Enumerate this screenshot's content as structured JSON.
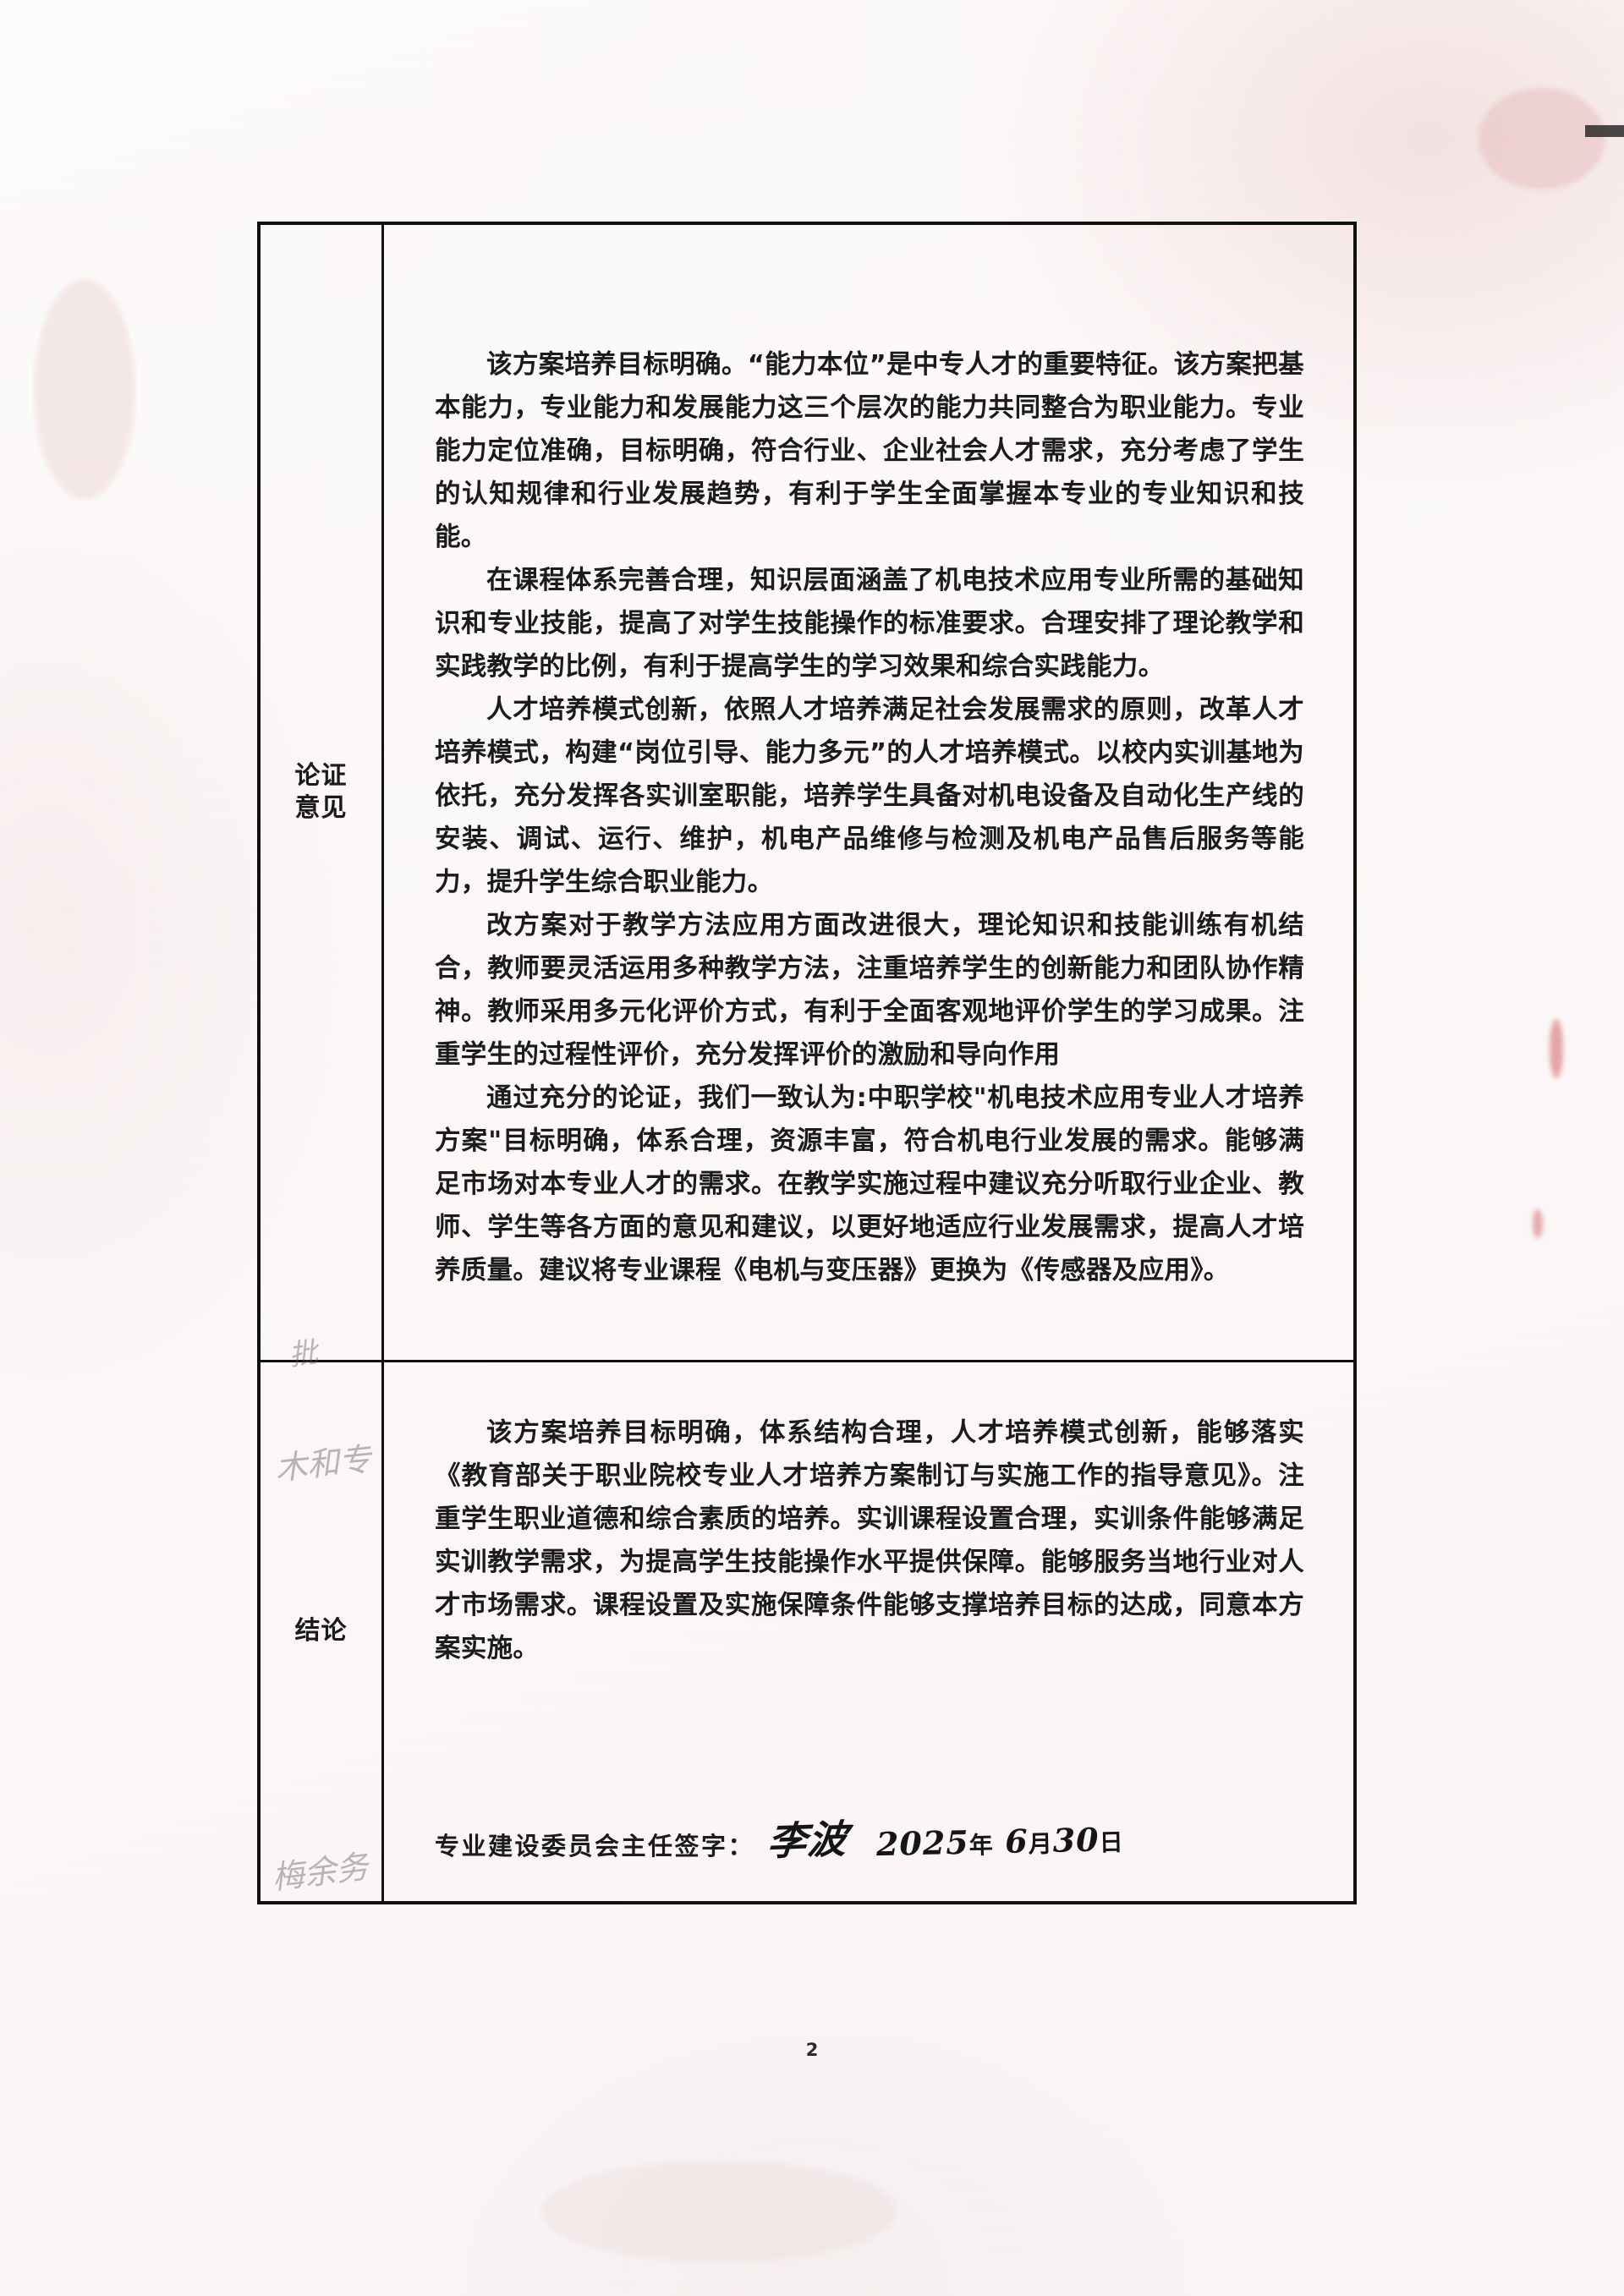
{
  "document": {
    "page_number": "2",
    "table": {
      "rows": [
        {
          "label": "论证\n意见",
          "paragraphs": [
            "该方案培养目标明确。“能力本位”是中专人才的重要特征。该方案把基本能力，专业能力和发展能力这三个层次的能力共同整合为职业能力。专业能力定位准确，目标明确，符合行业、企业社会人才需求，充分考虑了学生的认知规律和行业发展趋势，有利于学生全面掌握本专业的专业知识和技能。",
            "在课程体系完善合理，知识层面涵盖了机电技术应用专业所需的基础知识和专业技能，提高了对学生技能操作的标准要求。合理安排了理论教学和实践教学的比例，有利于提高学生的学习效果和综合实践能力。",
            "人才培养模式创新，依照人才培养满足社会发展需求的原则，改革人才培养模式，构建“岗位引导、能力多元”的人才培养模式。以校内实训基地为依托，充分发挥各实训室职能，培养学生具备对机电设备及自动化生产线的安装、调试、运行、维护，机电产品维修与检测及机电产品售后服务等能力，提升学生综合职业能力。",
            "改方案对于教学方法应用方面改进很大，理论知识和技能训练有机结合，教师要灵活运用多种教学方法，注重培养学生的创新能力和团队协作精神。教师采用多元化评价方式，有利于全面客观地评价学生的学习成果。注重学生的过程性评价，充分发挥评价的激励和导向作用",
            "通过充分的论证，我们一致认为:中职学校\"机电技术应用专业人才培养方案\"目标明确，体系合理，资源丰富，符合机电行业发展的需求。能够满足市场对本专业人才的需求。在教学实施过程中建议充分听取行业企业、教师、学生等各方面的意见和建议，以更好地适应行业发展需求，提高人才培养质量。建议将专业课程《电机与变压器》更换为《传感器及应用》。"
          ]
        },
        {
          "label": "结论",
          "paragraphs": [
            "该方案培养目标明确，体系结构合理，人才培养模式创新，能够落实《教育部关于职业院校专业人才培养方案制订与实施工作的指导意见》。注重学生职业道德和综合素质的培养。实训课程设置合理，实训条件能够满足实训教学需求，为提高学生技能操作水平提供保障。能够服务当地行业对人才市场需求。课程设置及实施保障条件能够支撑培养目标的达成，同意本方案实施。"
          ]
        }
      ]
    },
    "signature": {
      "label": "专业建设委员会主任签字：",
      "name": "李波",
      "date_year": "2025",
      "date_year_unit": "年",
      "date_month": "6",
      "date_month_unit": "月",
      "date_day": "30",
      "date_day_unit": "日"
    },
    "marginalia": [
      "批",
      "木和专",
      "梅余务"
    ]
  },
  "colors": {
    "ink": "#1b1b1b",
    "border": "#111111",
    "paper": "#fbf8f7",
    "stain_pink": "#ecd0d0"
  }
}
